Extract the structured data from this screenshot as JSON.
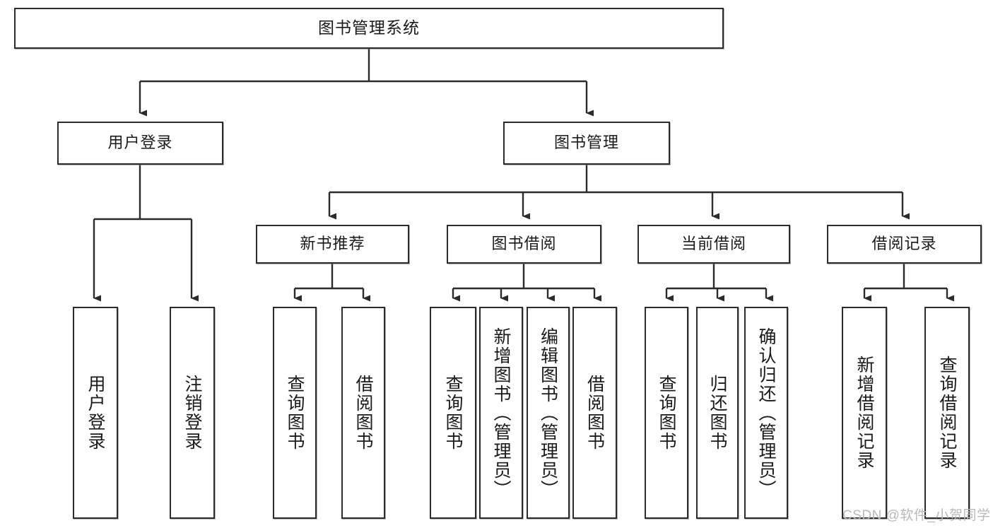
{
  "diagram": {
    "type": "tree",
    "title": "图书管理系统",
    "style": {
      "box_border_color": "#2b2b2b",
      "box_fill_color": "#ffffff",
      "connector_color": "#2b2b2b",
      "text_color": "#1a1a1a",
      "background": "#ffffff"
    },
    "root": {
      "label": "图书管理系统"
    },
    "level1": [
      {
        "label": "用户登录"
      },
      {
        "label": "图书管理"
      }
    ],
    "level2": [
      {
        "label": "新书推荐"
      },
      {
        "label": "图书借阅"
      },
      {
        "label": "当前借阅"
      },
      {
        "label": "借阅记录"
      }
    ],
    "leaves": {
      "user_login_children": [
        {
          "label": "用户登录"
        },
        {
          "label": "注销登录"
        }
      ],
      "new_book_rec_children": [
        {
          "label": "查询图书"
        },
        {
          "label": "借阅图书"
        }
      ],
      "book_borrow_children": [
        {
          "label": "查询图书"
        },
        {
          "label": "新增图书（管理员）"
        },
        {
          "label": "编辑图书（管理员）"
        },
        {
          "label": "借阅图书"
        }
      ],
      "current_borrow_children": [
        {
          "label": "查询图书"
        },
        {
          "label": "归还图书"
        },
        {
          "label": "确认归还（管理员）"
        }
      ],
      "borrow_record_children": [
        {
          "label": "新增借阅记录"
        },
        {
          "label": "查询借阅记录"
        }
      ]
    }
  },
  "watermark": {
    "text": "CSDN @软件_小贺同学"
  }
}
